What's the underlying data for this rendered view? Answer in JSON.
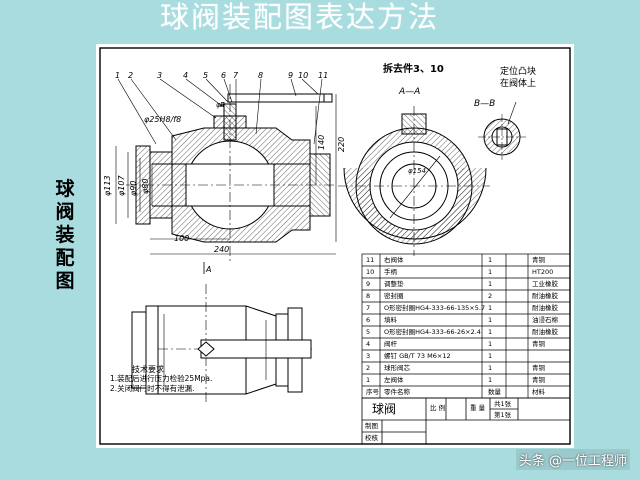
{
  "slide_title": "球阀装配图表达方法",
  "vertical_title": [
    "球",
    "阀",
    "装",
    "配",
    "图"
  ],
  "removal_note": "拆去件3、10",
  "boss_note": [
    "定位凸块",
    "在阀体上"
  ],
  "section_labels": {
    "aa": "A—A",
    "bb": "B—B",
    "a": "A",
    "b": "B"
  },
  "part_numbers": [
    "1",
    "2",
    "3",
    "4",
    "5",
    "6",
    "7",
    "8",
    "9",
    "10",
    "11"
  ],
  "dimensions": {
    "fit": "φ25H8/f8",
    "d113": "φ113",
    "d107": "φ107",
    "d90": "φ90",
    "d80": "φ80",
    "w100": "100",
    "w240": "240",
    "h140": "140",
    "h220": "220",
    "d154": "φ154",
    "d4": "φ4"
  },
  "tech_requirements": {
    "title": "技术要求",
    "items": [
      "1.装配后进行压力检验25Mpa.",
      "2.关闭阀门时不得有泄漏."
    ]
  },
  "bom": [
    {
      "no": "11",
      "name": "右阀体",
      "qty": "1",
      "material": "青铜"
    },
    {
      "no": "10",
      "name": "手柄",
      "qty": "1",
      "material": "HT200"
    },
    {
      "no": "9",
      "name": "调整垫",
      "qty": "1",
      "material": "工业橡胶"
    },
    {
      "no": "8",
      "name": "密封圈",
      "qty": "2",
      "material": "耐油橡胶"
    },
    {
      "no": "7",
      "name": "O形密封圈HG4-333-66-135×5.7",
      "qty": "1",
      "material": "耐油橡胶"
    },
    {
      "no": "6",
      "name": "填料",
      "qty": "1",
      "material": "油浸石棉"
    },
    {
      "no": "5",
      "name": "O形密封圈HG4-333-66-26×2.4",
      "qty": "1",
      "material": "耐油橡胶"
    },
    {
      "no": "4",
      "name": "阀杆",
      "qty": "1",
      "material": "青铜"
    },
    {
      "no": "3",
      "name": "螺钉 GB/T 73 M6×12",
      "qty": "1",
      "material": ""
    },
    {
      "no": "2",
      "name": "球形阀芯",
      "qty": "1",
      "material": "青铜"
    },
    {
      "no": "1",
      "name": "左阀体",
      "qty": "1",
      "material": "青铜"
    }
  ],
  "bom_header": {
    "no": "序号",
    "name": "零件名称",
    "qty": "数量",
    "material": "材料"
  },
  "title_block": {
    "drawing_name": "球阀",
    "scale": "比 例",
    "weight": "重 量",
    "sheets_total": "共1张",
    "sheet_no": "第1张",
    "drawn": "制图",
    "checked": "校核"
  },
  "watermark": "头条 @一位工程师"
}
